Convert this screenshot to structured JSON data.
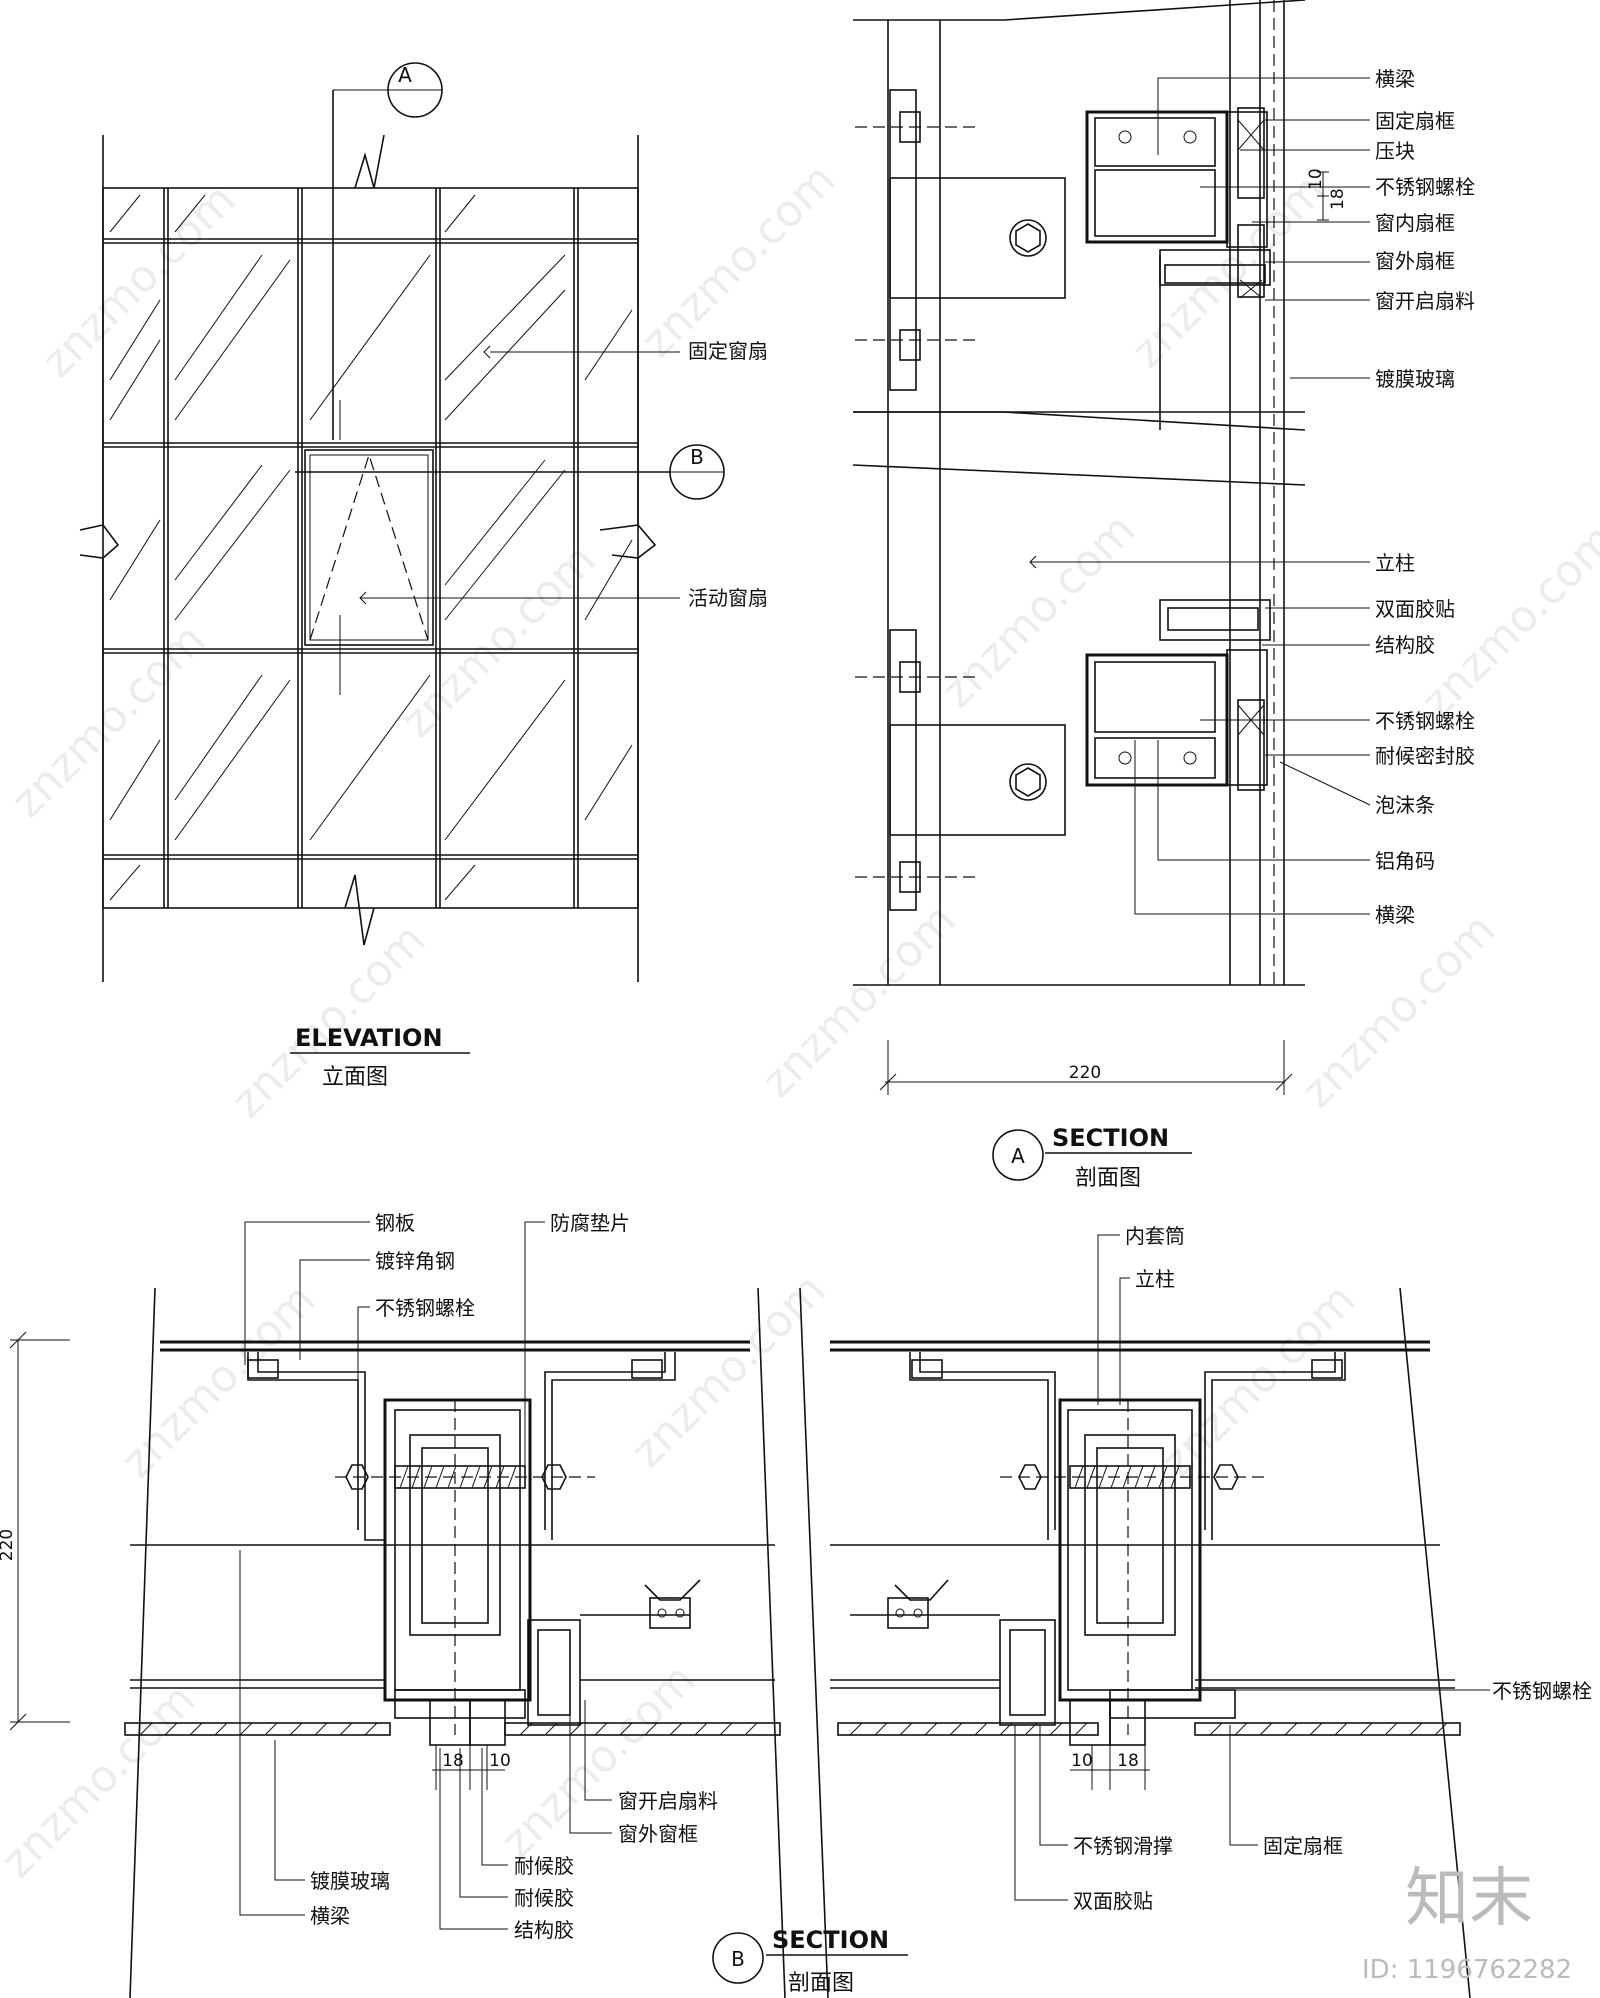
{
  "elevation": {
    "title": "ELEVATION",
    "subtitle": "立面图",
    "marker_a": "A",
    "marker_b": "B",
    "labels": [
      "固定窗扇",
      "活动窗扇"
    ]
  },
  "section_a": {
    "title": "SECTION",
    "subtitle": "剖面图",
    "marker": "A",
    "dimension": "220",
    "small_dims": [
      "10",
      "18"
    ],
    "upper_labels": [
      "横梁",
      "固定扇框",
      "压块",
      "不锈钢螺栓",
      "窗内扇框",
      "窗外扇框",
      "窗开启扇料",
      "镀膜玻璃"
    ],
    "lower_labels": [
      "立柱",
      "双面胶贴",
      "结构胶",
      "不锈钢螺栓",
      "耐候密封胶",
      "泡沫条",
      "铝角码",
      "横梁"
    ]
  },
  "section_b": {
    "title": "SECTION",
    "subtitle": "剖面图",
    "marker": "B",
    "dimension": "220",
    "left_dims": [
      "18",
      "10"
    ],
    "right_dims": [
      "10",
      "18"
    ],
    "left_labels_top": [
      "钢板",
      "镀锌角钢",
      "不锈钢螺栓",
      "防腐垫片"
    ],
    "left_labels_bottom": [
      "窗开启扇料",
      "窗外窗框",
      "耐候胶",
      "耐候胶",
      "结构胶",
      "镀膜玻璃",
      "横梁"
    ],
    "right_labels_top": [
      "内套筒",
      "立柱"
    ],
    "right_labels": [
      "不锈钢螺栓",
      "不锈钢滑撑",
      "固定扇框",
      "双面胶贴"
    ]
  },
  "watermark": {
    "text": "znzmo.com",
    "brand": "知末",
    "id": "ID: 1196762282"
  }
}
